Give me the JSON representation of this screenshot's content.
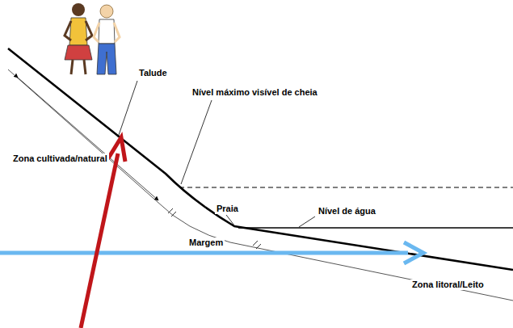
{
  "diagram": {
    "labels": [
      "Talude",
      "Nível máximo visível de cheia",
      "Zona cultivada/natural",
      "Praia",
      "Nível de água",
      "Margem",
      "Zona litoral/Leito"
    ]
  }
}
